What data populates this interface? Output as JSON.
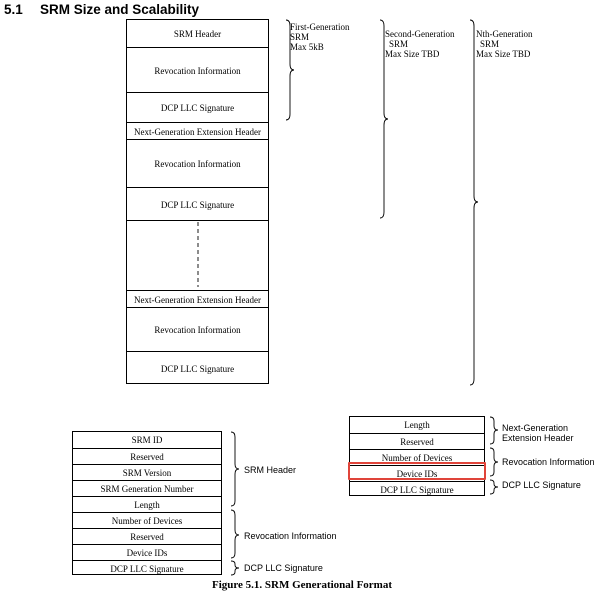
{
  "heading": {
    "number": "5.1",
    "title": "SRM Size and Scalability"
  },
  "top_diagram": {
    "header": "SRM Header",
    "rev1": "Revocation Information",
    "sig1": "DCP LLC Signature",
    "ext1": "Next-Generation Extension Header",
    "rev2": "Revocation Information",
    "sig2": "DCP LLC Signature",
    "ext2": "Next-Generation Extension Header",
    "rev3": "Revocation Information",
    "sig3": "DCP LLC Signature"
  },
  "generations": {
    "first": [
      "First-Generation",
      "SRM",
      "Max 5kB"
    ],
    "second": [
      "Second-Generation",
      "SRM",
      "Max Size TBD"
    ],
    "nth": [
      "Nth-Generation",
      "SRM",
      "Max Size TBD"
    ]
  },
  "left_diagram": {
    "rows": [
      "SRM ID",
      "Reserved",
      "SRM Version",
      "SRM Generation Number",
      "Length",
      "Number of Devices",
      "Reserved",
      "Device IDs",
      "DCP LLC Signature"
    ],
    "label_header": "SRM Header",
    "label_revocation": "Revocation Information",
    "label_signature": "DCP LLC Signature"
  },
  "right_diagram": {
    "rows": [
      "Length",
      "Reserved",
      "Number of Devices",
      "Device IDs",
      "DCP LLC Signature"
    ],
    "label_ext": [
      "Next-Generation",
      "Extension Header"
    ],
    "label_revocation": "Revocation Information",
    "label_signature": "DCP LLC Signature",
    "highlight_color": "#e0443a"
  },
  "caption": "Figure 5.1.  SRM Generational Format"
}
